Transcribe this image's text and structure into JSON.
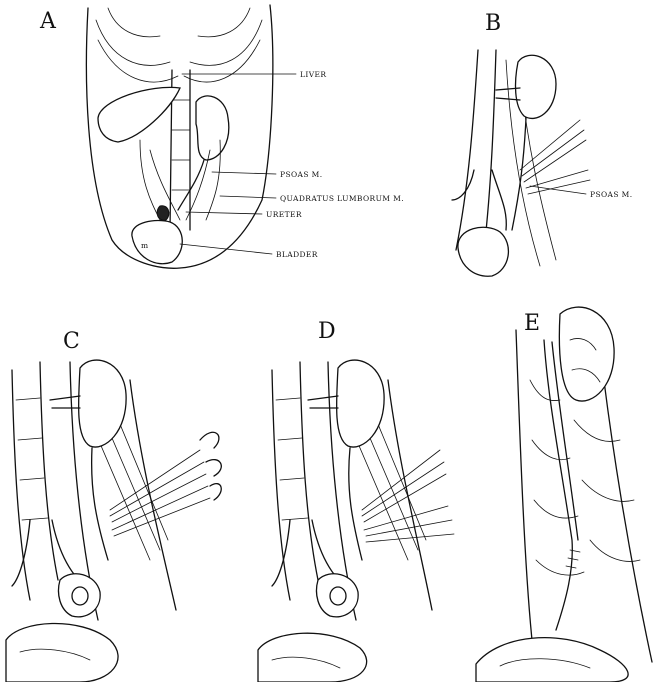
{
  "panels": {
    "a": "A",
    "b": "B",
    "c": "C",
    "d": "D",
    "e": "E"
  },
  "labels_a": {
    "liver": "LIVER",
    "psoas": "PSOAS M.",
    "quadratus": "QUADRATUS LUMBORUM M.",
    "ureter": "URETER",
    "bladder": "BLADDER"
  },
  "labels_b": {
    "psoas": "PSOAS M."
  }
}
